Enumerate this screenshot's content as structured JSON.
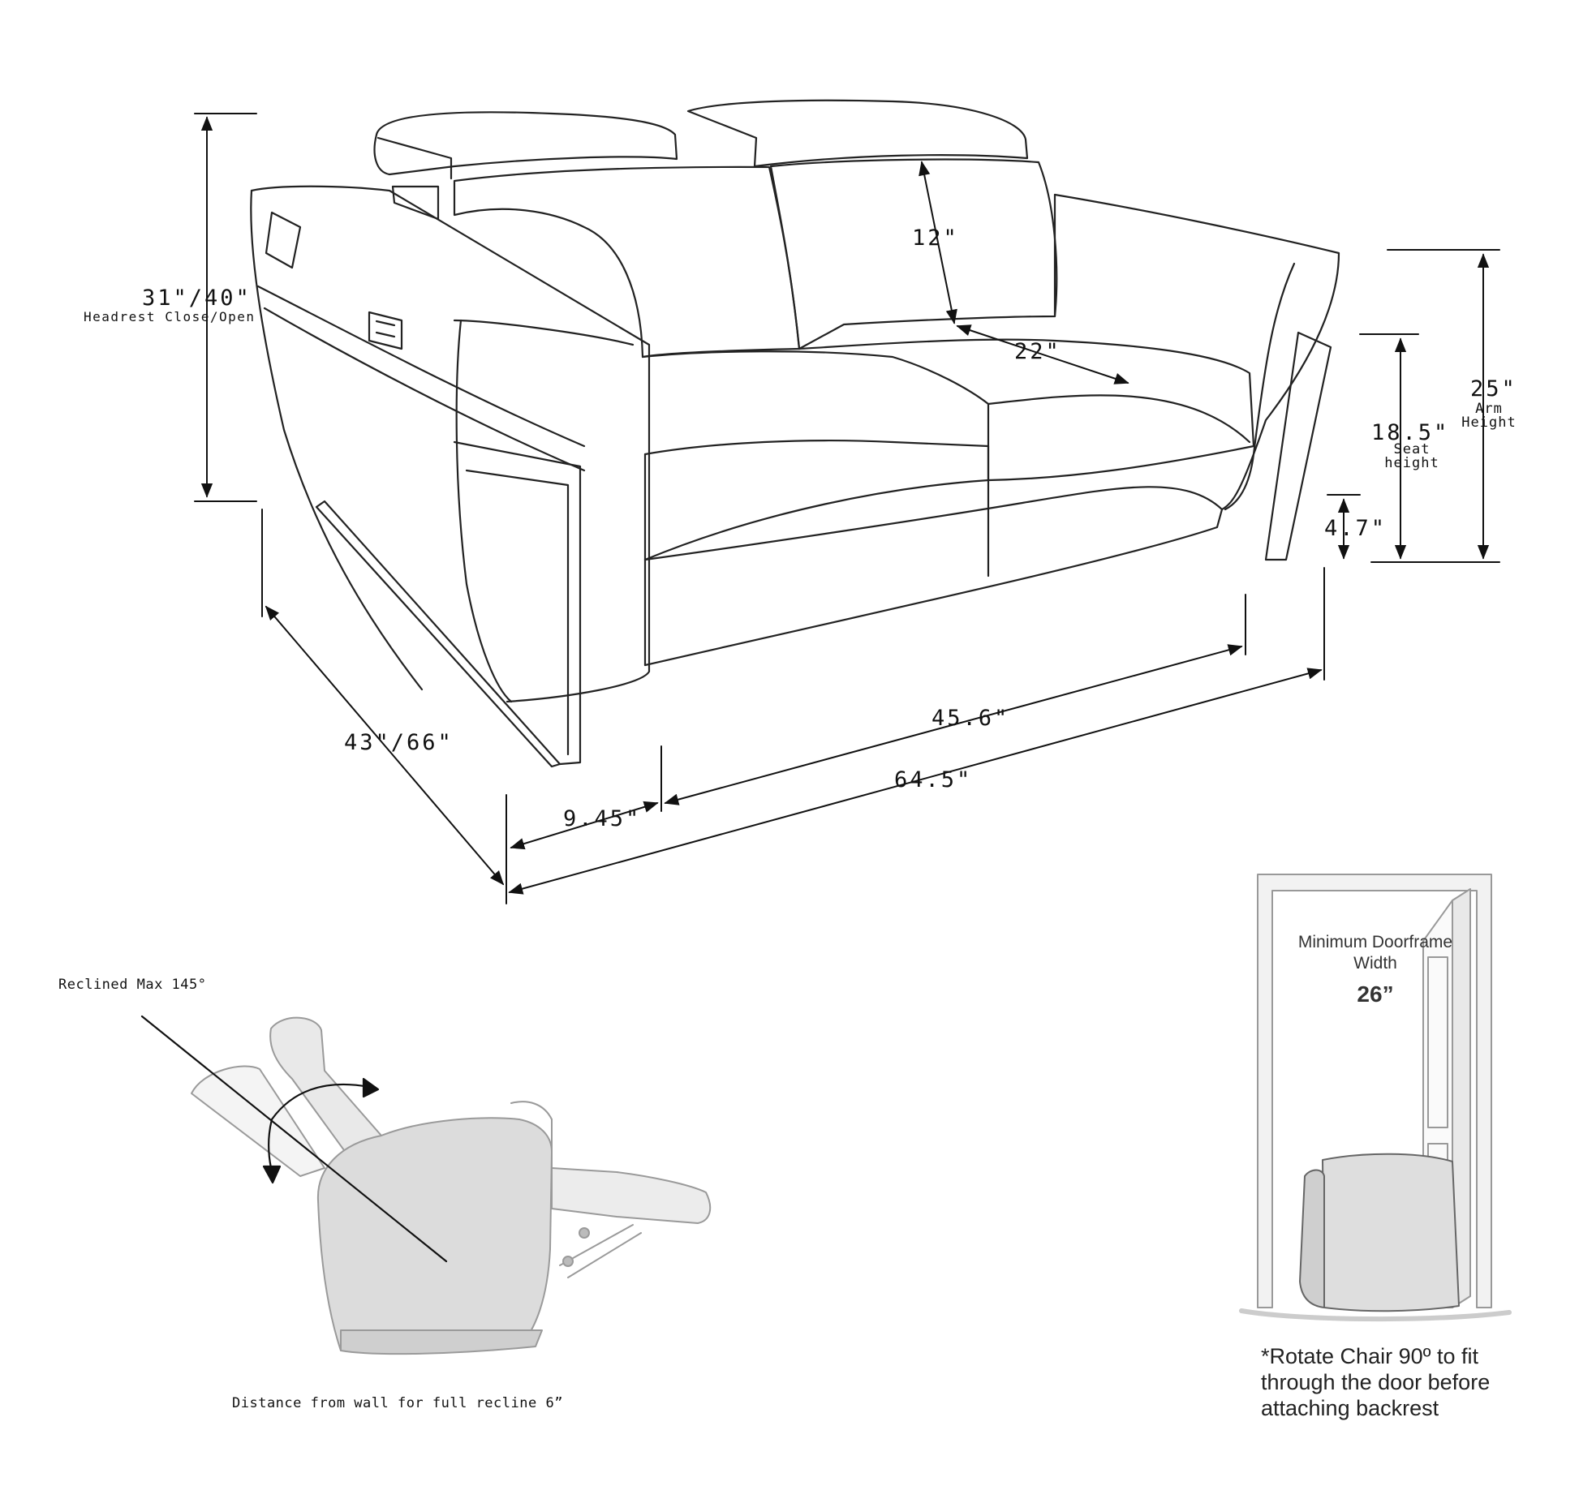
{
  "dimensions": {
    "height": {
      "value": "31\"/40\"",
      "label": "Headrest Close/Open"
    },
    "back_height": "12\"",
    "seat_depth": "22\"",
    "arm_height": {
      "value": "25\"",
      "label_1": "Arm",
      "label_2": "Height"
    },
    "seat_height": {
      "value": "18.5\"",
      "label_1": "Seat",
      "label_2": "height"
    },
    "leg_height": "4.7\"",
    "depth": "43\"/66\"",
    "seat_width": "45.6\"",
    "arm_width": "9.45\"",
    "total_width": "64.5\""
  },
  "recline": {
    "max_label": "Reclined Max 145°",
    "wall_distance_label": "Distance from wall for full recline 6”"
  },
  "doorframe": {
    "title_1": "Minimum Doorframe",
    "title_2": "Width",
    "width": "26”"
  },
  "rotate_note": {
    "line_1": "*Rotate Chair 90º to fit",
    "line_2": "through the door before",
    "line_3": "attaching backrest"
  }
}
